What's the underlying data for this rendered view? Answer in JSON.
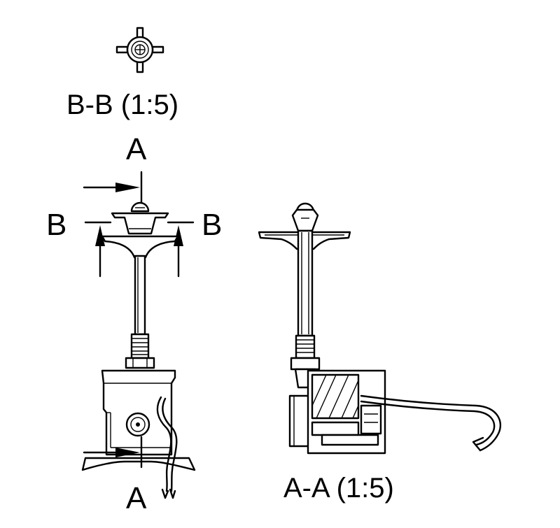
{
  "labels": {
    "section_bb_title": "B-B (1:5)",
    "section_aa_title": "A-A (1:5)",
    "cut_a_top": "A",
    "cut_a_bottom": "A",
    "cut_b_left": "B",
    "cut_b_right": "B"
  },
  "colors": {
    "line": "#000000",
    "background": "#ffffff"
  }
}
